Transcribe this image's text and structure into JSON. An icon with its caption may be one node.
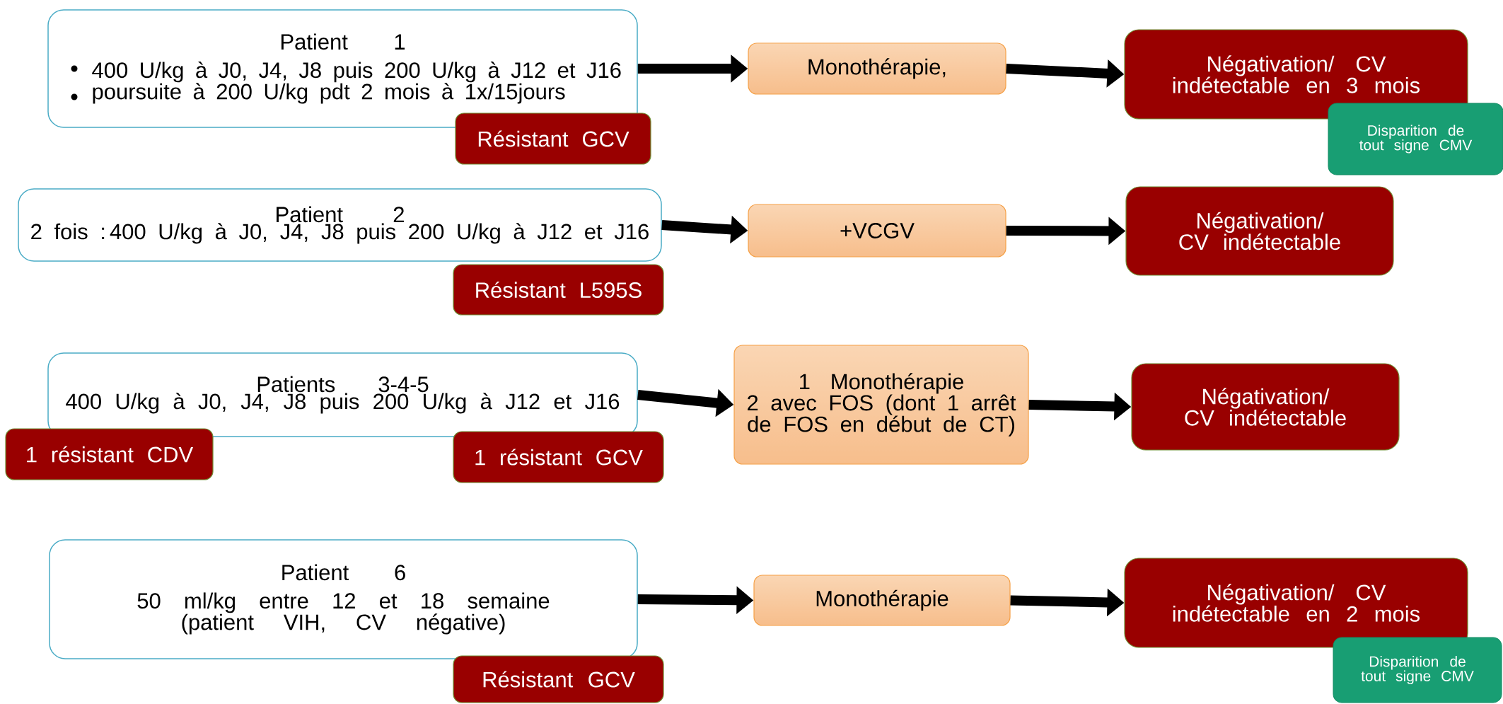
{
  "diagram": {
    "nodes": [
      {
        "text": [
          "Patient 1",
          "400 U/kg à J0, J4, J8 puis 200 U/kg à J12 et J16",
          "poursuite à 200 U/kg pdt 2 mois à 1x/15jours"
        ]
      },
      {
        "text": [
          "Résistant GCV"
        ]
      },
      {
        "text": [
          "Monothérapie,"
        ]
      },
      {
        "text": [
          "Négativation/ CV indétectable en 3 mois"
        ]
      },
      {
        "text": [
          "Disparition de tout signe CMV"
        ]
      },
      {
        "text": [
          "Patient 2",
          "2 fois : 400 U/kg à J0, J4, J8 puis 200 U/kg à J12 et J16"
        ]
      },
      {
        "text": [
          "Résistant L595S"
        ]
      },
      {
        "text": [
          "+VCGV"
        ]
      },
      {
        "text": [
          "Négativation/ CV indétectable"
        ]
      },
      {
        "text": [
          "Patients 3-4-5",
          "400 U/kg à J0, J4, J8 puis 200 U/kg à J12 et J16"
        ]
      },
      {
        "text": [
          "1 résistant CDV"
        ]
      },
      {
        "text": [
          "1 résistant GCV"
        ]
      },
      {
        "text": [
          "1 Monothérapie",
          "2 avec FOS (dont 1 arrêt de FOS en début de CT)"
        ]
      },
      {
        "text": [
          "Négativation/ CV indétectable"
        ]
      },
      {
        "text": [
          "Patient 6",
          "50 ml/kg entre 12 et 18 semaine",
          "(patient VIH, CV négative)"
        ]
      },
      {
        "text": [
          "Résistant GCV"
        ]
      },
      {
        "text": [
          "Monothérapie"
        ]
      },
      {
        "text": [
          "Négativation/ CV indétectable en 2 mois"
        ]
      },
      {
        "text": [
          "Disparition de tout signe CMV"
        ]
      }
    ],
    "edges": [
      {
        "from": 0,
        "to": 2,
        "arrow": "to"
      },
      {
        "from": 2,
        "to": 3,
        "arrow": "to"
      },
      {
        "from": 5,
        "to": 7,
        "arrow": "to"
      },
      {
        "from": 7,
        "to": 8,
        "arrow": "to"
      },
      {
        "from": 9,
        "to": 12,
        "arrow": "to"
      },
      {
        "from": 12,
        "to": 13,
        "arrow": "to"
      },
      {
        "from": 14,
        "to": 16,
        "arrow": "to"
      },
      {
        "from": 16,
        "to": 17,
        "arrow": "to"
      }
    ]
  }
}
